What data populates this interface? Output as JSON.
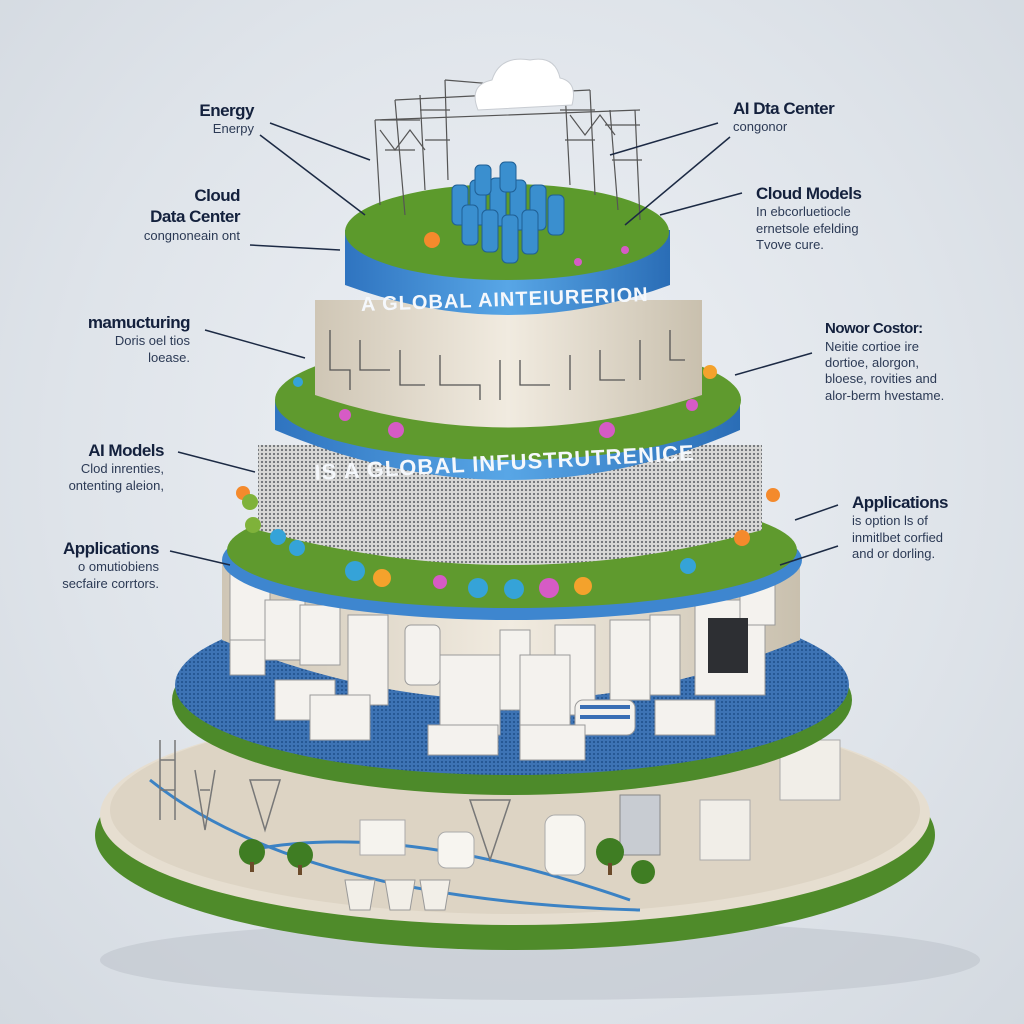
{
  "band_texts": {
    "upper": "A GLOBAL AINTEIURERION",
    "lower": "IS A GLOBAL INFUSTRUTRENICE"
  },
  "labels": {
    "energy": {
      "title": "Energy",
      "desc": "Enerpy"
    },
    "cloud_data_center": {
      "title_line1": "Cloud",
      "title_line2": "Data Center",
      "desc": "congnoneain ont"
    },
    "manufacturing": {
      "title": "mamucturing",
      "desc_line1": "Doris oel tios",
      "desc_line2": "loease."
    },
    "ai_models": {
      "title": "AI Models",
      "desc_line1": "Clod inrenties,",
      "desc_line2": "ontenting aleion,"
    },
    "applications_left": {
      "title": "Applications",
      "desc_line1": "o omutiobiens",
      "desc_line2": "secfaire corrtors."
    },
    "ai_data_center": {
      "title": "AI Dta Center",
      "desc": "congonor"
    },
    "cloud_models": {
      "title": "Cloud Models",
      "desc_line1": "In ebcorluetiocle",
      "desc_line2": "ernetsole efelding",
      "desc_line3": "Tvove cure."
    },
    "network_centers": {
      "title": "Nowor Costor:",
      "desc_line1": "Neitie cortioe ire",
      "desc_line2": "dortioe, alorgon,",
      "desc_line3": "bloese, rovities and",
      "desc_line4": "alor-berm hvestame."
    },
    "applications_right": {
      "title": "Applications",
      "desc_line1": "is option ls of",
      "desc_line2": "inmitlbet corfied",
      "desc_line3": "and or dorling."
    }
  },
  "colors": {
    "blue": "#3f8fd6",
    "grass": "#5f9a2e",
    "beige": "#ece5d8",
    "text": "#14213d"
  }
}
